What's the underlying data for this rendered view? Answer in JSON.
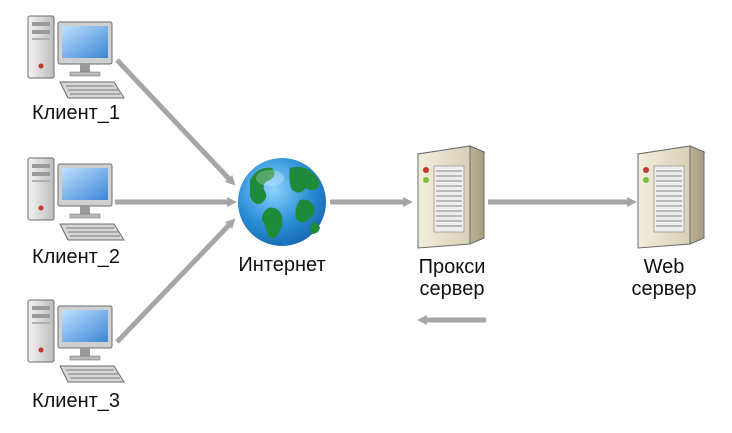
{
  "diagram": {
    "clients": [
      {
        "label": "Клиент_1"
      },
      {
        "label": "Клиент_2"
      },
      {
        "label": "Клиент_3"
      }
    ],
    "internet": {
      "label": "Интернет"
    },
    "proxy": {
      "line1": "Прокси",
      "line2": "сервер"
    },
    "web": {
      "line1": "Web",
      "line2": "сервер"
    },
    "colors": {
      "arrow": "#a6a6a6",
      "globe_ocean": "#2a8fd6",
      "globe_land": "#1f8a3a",
      "server_body": "#e8e2cf",
      "monitor_screen": "#5aa0e6"
    }
  }
}
